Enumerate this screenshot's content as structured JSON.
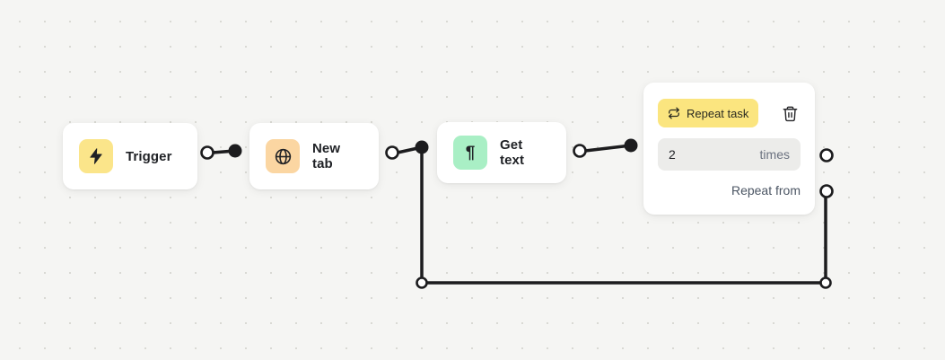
{
  "canvas": {
    "background_color": "#f5f5f3",
    "dot_color": "#d9d9d4",
    "edge_color": "#1c1c1e"
  },
  "nodes": {
    "trigger": {
      "label": "Trigger",
      "icon": "lightning-bolt-icon",
      "icon_bg": "#fbe58a"
    },
    "new_tab": {
      "label": "New tab",
      "icon": "globe-icon",
      "icon_bg": "#fbd6a2"
    },
    "get_text": {
      "label": "Get text",
      "icon": "pilcrow-icon",
      "icon_glyph": "¶",
      "icon_bg": "#a9efc5"
    },
    "repeat_task": {
      "label": "Repeat task",
      "icon": "repeat-icon",
      "pill_bg": "#fbe57f",
      "times_value": "2",
      "times_suffix": "times",
      "repeat_from_label": "Repeat from",
      "delete_icon": "trash-icon"
    }
  },
  "colors": {
    "node_text": "#1f2125",
    "muted_text": "#6b7280"
  }
}
